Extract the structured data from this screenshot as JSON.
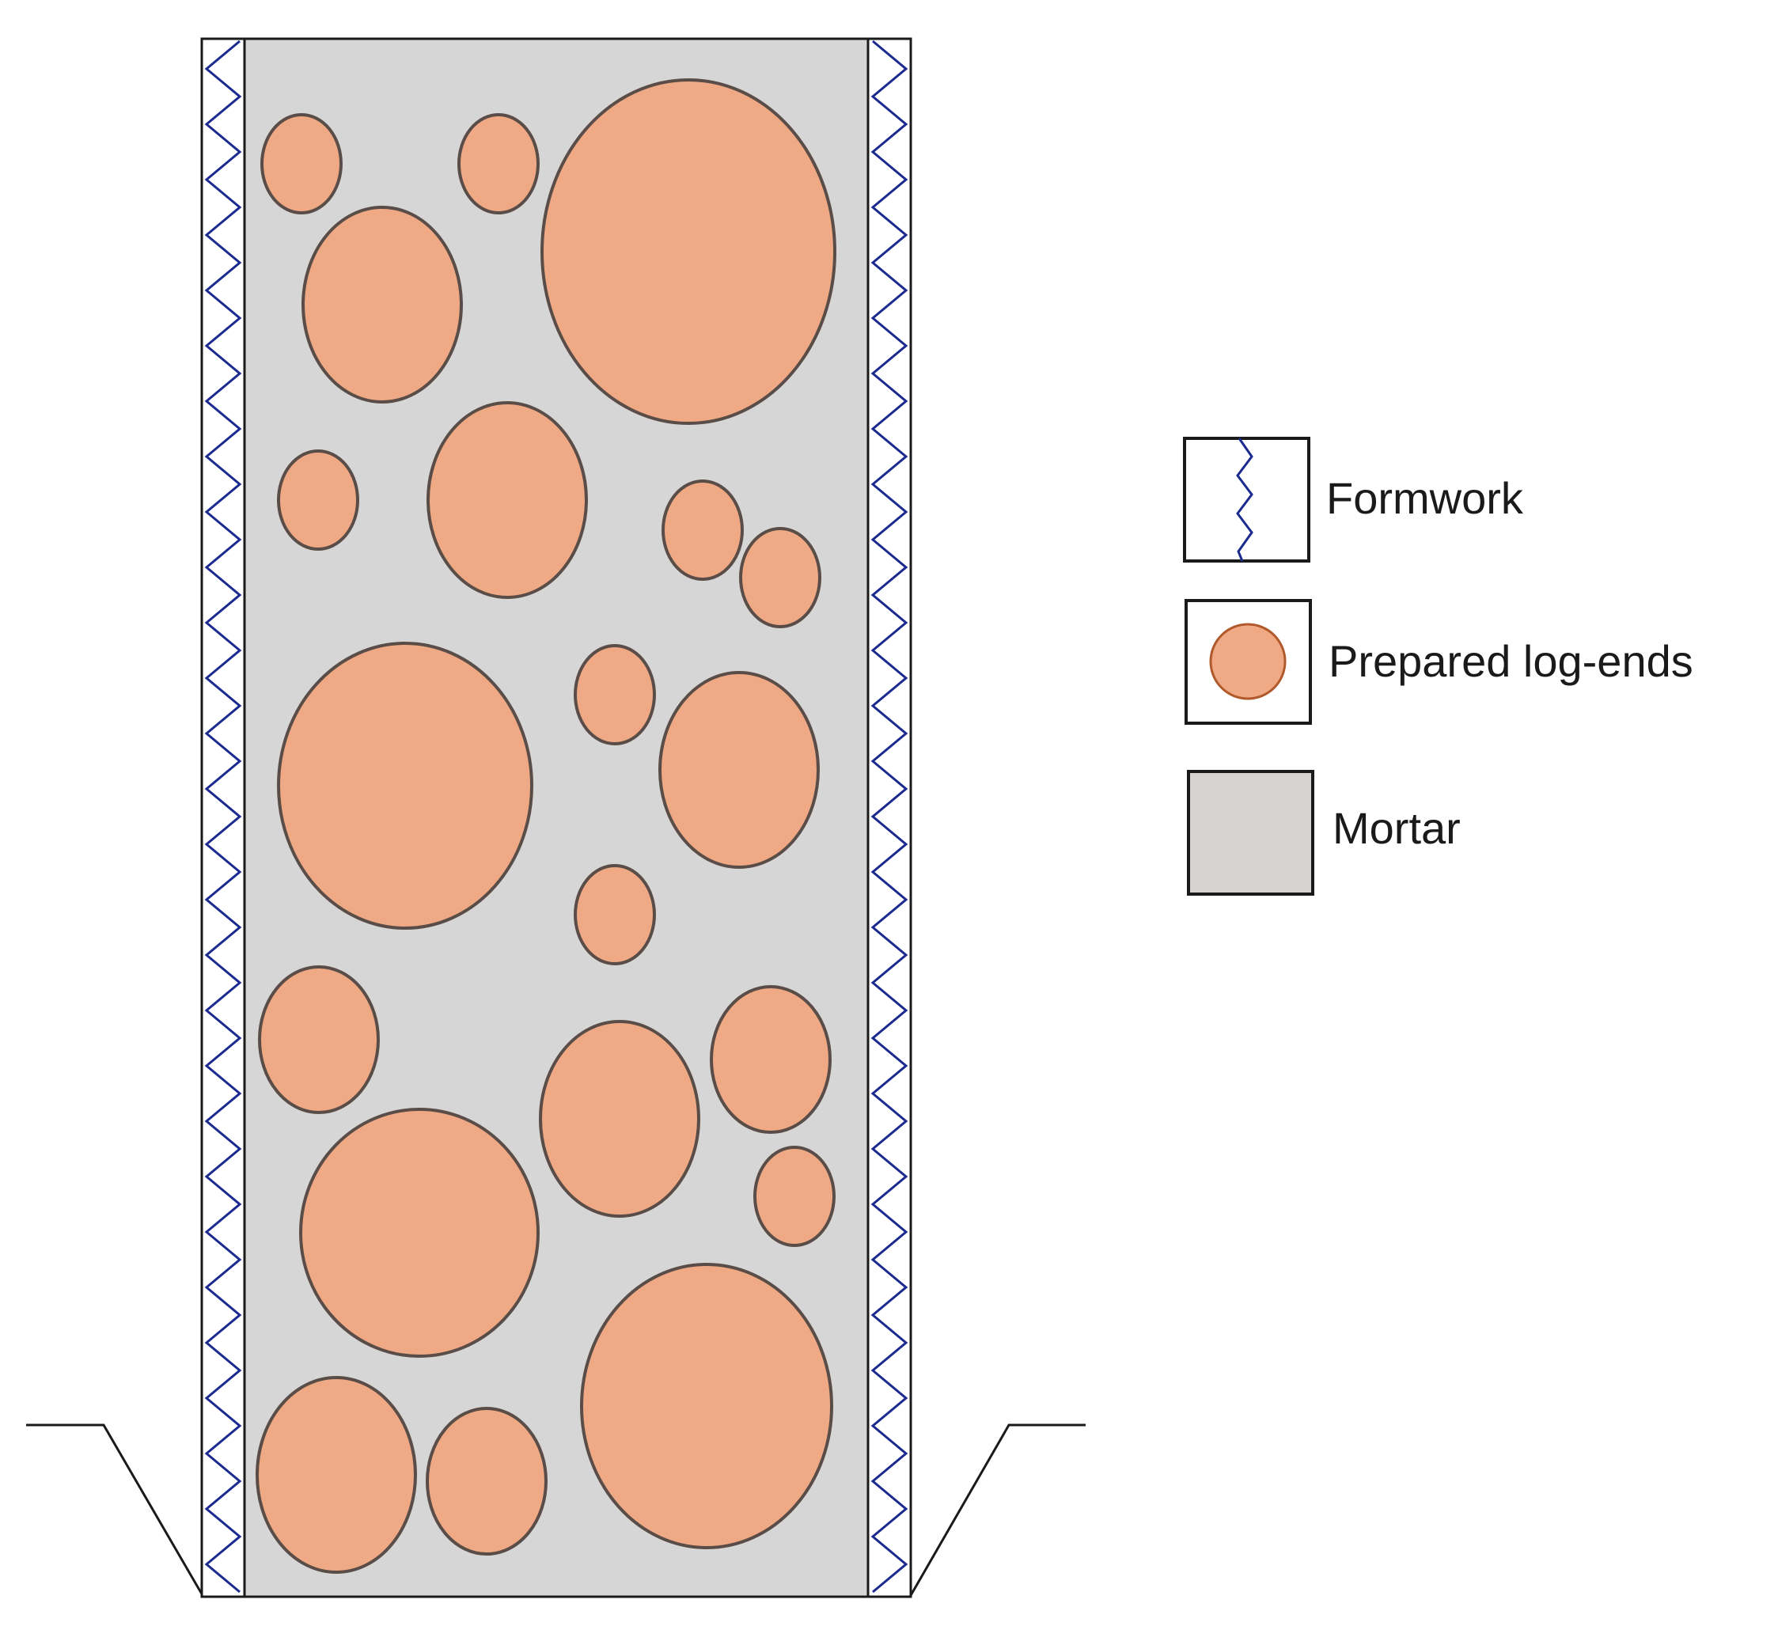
{
  "legend": {
    "items": [
      {
        "key": "formwork",
        "label": "Formwork",
        "icon": "zigzag-line-icon"
      },
      {
        "key": "log_ends",
        "label": "Prepared log-ends",
        "icon": "circle-icon"
      },
      {
        "key": "mortar",
        "label": "Mortar",
        "icon": "square-swatch-icon"
      }
    ]
  },
  "colors": {
    "log_fill": "#efaa85",
    "log_stroke": "#5a4d48",
    "log_legend_stroke": "#b05a2c",
    "mortar_fill": "#d6d6d6",
    "mortar_legend_fill": "#d6d3d3",
    "formwork_zigzag": "#1a2a8f",
    "outline": "#1a1a1a"
  }
}
